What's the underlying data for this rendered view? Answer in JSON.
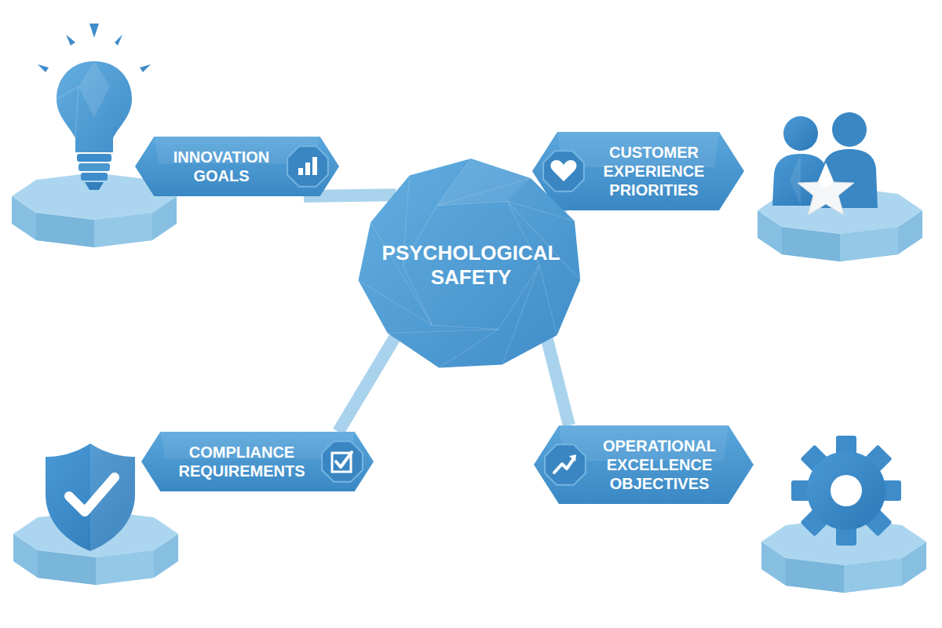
{
  "diagram": {
    "nodes": [
      {
        "text": [
          "INNOVATION GOALS"
        ]
      },
      {
        "text": [
          "CUSTOMER EXPERIENCE PRIORITIES"
        ]
      },
      {
        "text": [
          "PSYCHOLOGICAL SAFETY"
        ]
      },
      {
        "text": [
          "COMPLIANCE REQUIREMENTS"
        ]
      },
      {
        "text": [
          "OPERATIONAL EXCELLENCE OBJECTIVES"
        ]
      }
    ],
    "edges": [
      {
        "from": 2,
        "to": 0,
        "arrow": "none"
      },
      {
        "from": 2,
        "to": 1,
        "arrow": "none"
      },
      {
        "from": 2,
        "to": 3,
        "arrow": "none"
      },
      {
        "from": 2,
        "to": 4,
        "arrow": "none"
      }
    ]
  }
}
